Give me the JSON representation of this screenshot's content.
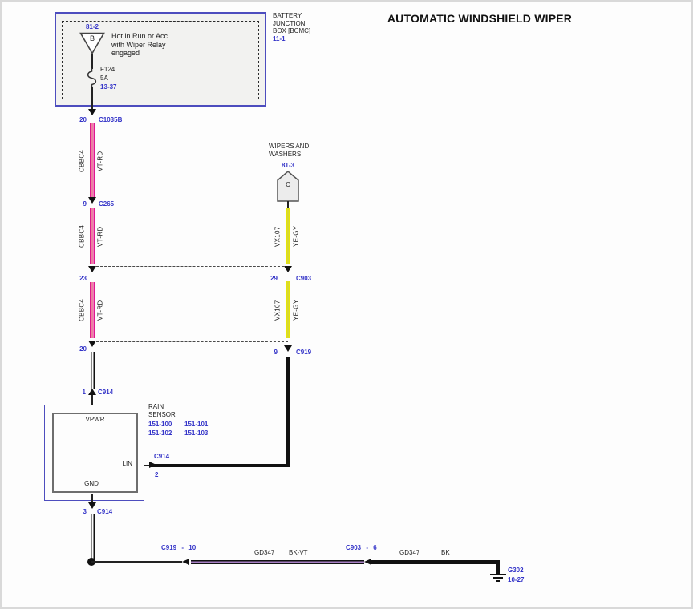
{
  "title": "AUTOMATIC WINDSHIELD WIPER",
  "bjb": {
    "page_ref_top": "81-2",
    "terminal": "B",
    "note_line1": "Hot in Run or Acc",
    "note_line2": "with Wiper Relay",
    "note_line3": "engaged",
    "fuse_name": "F124",
    "fuse_rating": "5A",
    "fuse_page_ref": "13-37",
    "name_line1": "BATTERY",
    "name_line2": "JUNCTION",
    "name_line3": "BOX [BCMC]",
    "page_ref": "11-1"
  },
  "wipers_washers": {
    "name_line1": "WIPERS AND",
    "name_line2": "WASHERS",
    "page_ref": "81-3",
    "terminal": "C"
  },
  "connectors": {
    "c1035b": {
      "pin": "20",
      "name": "C1035B"
    },
    "c265": {
      "pin": "9",
      "name": "C265"
    },
    "left_pin23": "23",
    "left_pin20": "20",
    "c903": {
      "pin": "29",
      "name": "C903"
    },
    "c919": {
      "pin": "9",
      "name": "C919"
    },
    "c914_vpwr": {
      "pin": "1",
      "name": "C914"
    },
    "c914_lin": {
      "pin": "2",
      "name": "C914"
    },
    "c914_gnd": {
      "pin": "3",
      "name": "C914"
    }
  },
  "wire_labels": {
    "cbbc4": "CBBC4",
    "vt_rd": "VT-RD",
    "vx107": "VX107",
    "ye_gy": "YE-GY",
    "gd347": "GD347",
    "bk_vt": "BK-VT",
    "bk": "BK"
  },
  "inline_connectors": {
    "c919_pin10": {
      "name": "C919",
      "sep": "-",
      "pin": "10"
    },
    "c903_pin6": {
      "name": "C903",
      "sep": "-",
      "pin": "6"
    }
  },
  "rain_sensor": {
    "name_line1": "RAIN",
    "name_line2": "SENSOR",
    "refs": [
      "151-100",
      "151-101",
      "151-102",
      "151-103"
    ],
    "pin_vpwr": "VPWR",
    "pin_lin": "LIN",
    "pin_gnd": "GND"
  },
  "ground": {
    "name": "G302",
    "page_ref": "10-27"
  },
  "colors": {
    "link_blue": "#3434c8",
    "box_border_blue": "#4d4dbe",
    "wire_violet_red": "#e0188e",
    "wire_red_stripe": "#d42b52",
    "wire_yellow": "#e6e605",
    "wire_bk_vt_stripe": "#a77fc4",
    "wire_black": "#111111"
  }
}
